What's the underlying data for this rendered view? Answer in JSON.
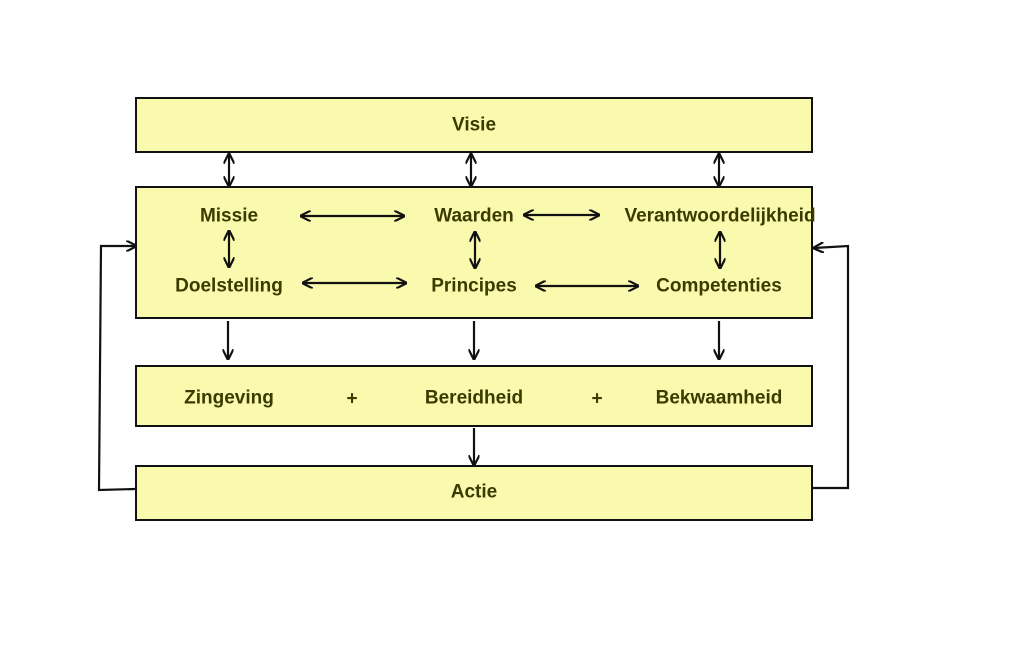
{
  "colors": {
    "box_fill": "#fafaaf",
    "border": "#111111",
    "text": "#3b3b00",
    "arrow": "#111111"
  },
  "visie": "Visie",
  "row1": {
    "missie": "Missie",
    "waarden": "Waarden",
    "verantwoordelijkheid": "Verantwoordelijkheid"
  },
  "row2": {
    "doelstelling": "Doelstelling",
    "principes": "Principes",
    "competenties": "Competenties"
  },
  "row3": {
    "zingeving": "Zingeving",
    "plus1": "+",
    "bereidheid": "Bereidheid",
    "plus2": "+",
    "bekwaamheid": "Bekwaamheid"
  },
  "actie": "Actie"
}
